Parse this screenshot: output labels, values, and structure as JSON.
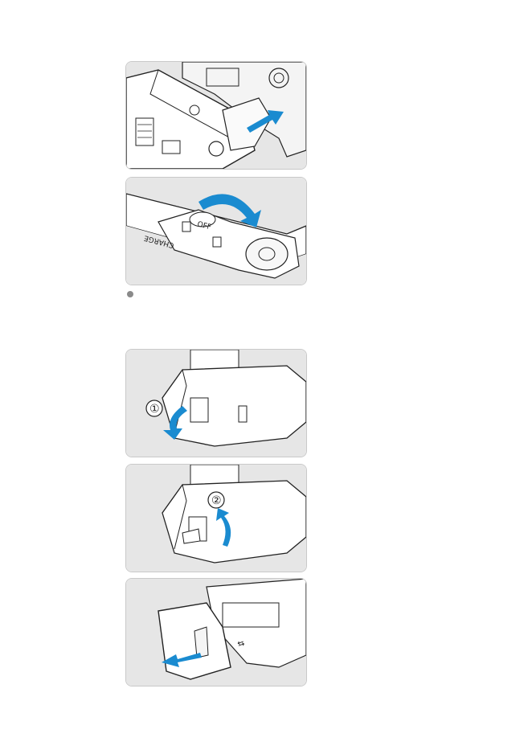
{
  "steps": [
    {
      "id": "attach-grip",
      "label": ""
    },
    {
      "id": "turn-lock-knob",
      "label": "",
      "knob_labels": {
        "off": "OFF",
        "charge": "CHARGE"
      }
    },
    {
      "id": "open-cover",
      "label": "",
      "step_marker": "①"
    },
    {
      "id": "close-cover",
      "label": "",
      "step_marker": "②"
    },
    {
      "id": "remove-cover",
      "label": ""
    }
  ],
  "colors": {
    "arrow": "#1a8bd0",
    "panel_bg": "#e6e6e6",
    "line": "#222222",
    "bullet": "#8a8a8a"
  },
  "icons": [
    "arrow-right-icon",
    "arrow-curved-icon",
    "arrow-left-icon",
    "bullet-icon"
  ]
}
